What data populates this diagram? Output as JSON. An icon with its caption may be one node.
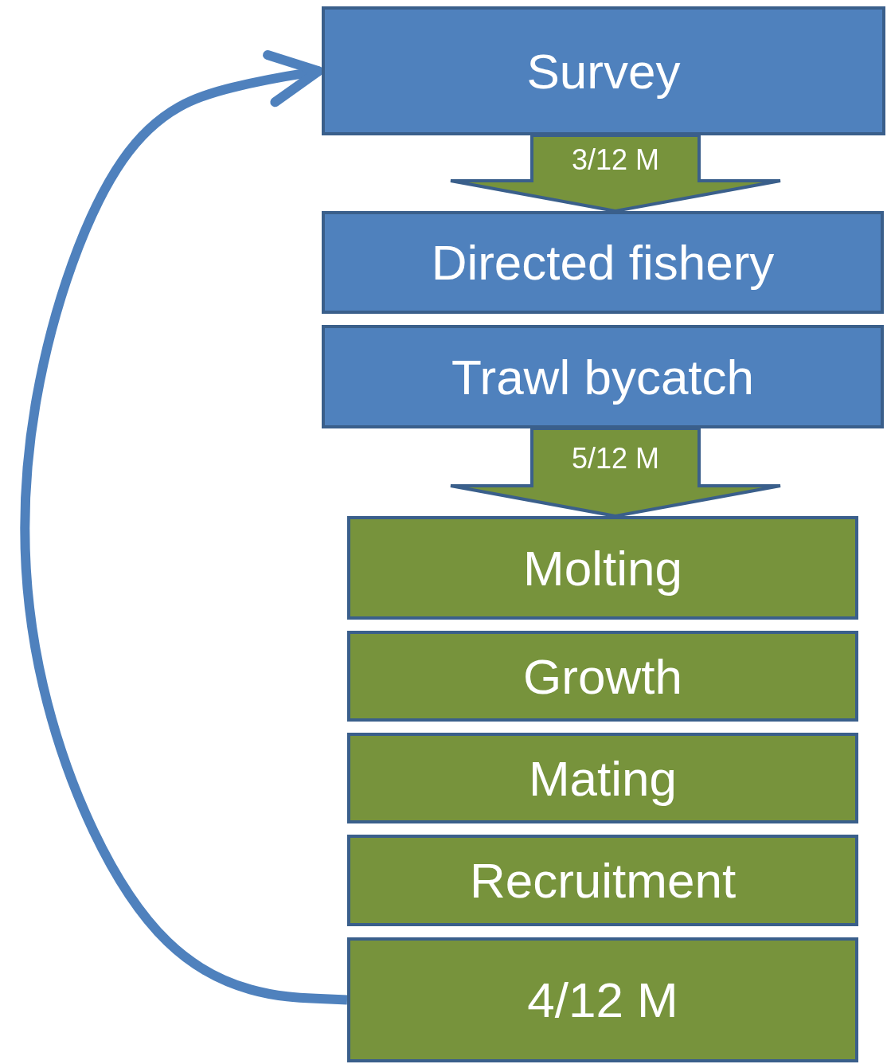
{
  "diagram": {
    "nodes": [
      {
        "text": [
          "Survey"
        ]
      },
      {
        "text": [
          "Directed fishery"
        ]
      },
      {
        "text": [
          "Trawl bycatch"
        ]
      },
      {
        "text": [
          "Molting"
        ]
      },
      {
        "text": [
          "Growth"
        ]
      },
      {
        "text": [
          "Mating"
        ]
      },
      {
        "text": [
          "Recruitment"
        ]
      },
      {
        "text": [
          "4/12 M"
        ]
      }
    ],
    "edges": [
      {
        "from": 0,
        "to": 1,
        "arrow": "to",
        "label": "3/12 M",
        "style": "thick",
        "color": "#77933c"
      },
      {
        "from": 2,
        "to": 3,
        "arrow": "to",
        "label": "5/12 M",
        "style": "thick",
        "color": "#77933c"
      },
      {
        "from": 7,
        "to": 0,
        "arrow": "to",
        "color": "#4f81bd"
      }
    ]
  }
}
